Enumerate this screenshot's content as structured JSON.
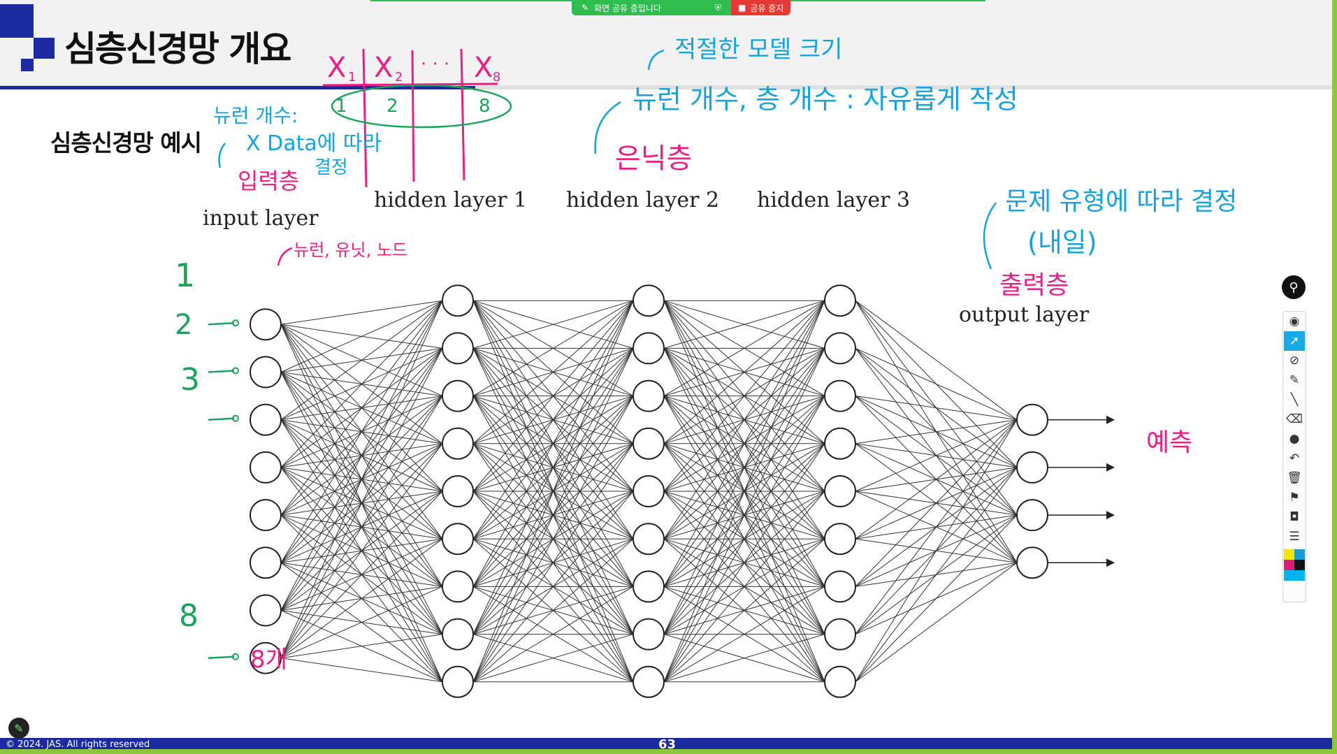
{
  "share_bar": {
    "status_text": "화면 공유 중입니다",
    "stop_label": "공유 중지",
    "pin_icon": "pin-icon",
    "shield_icon": "shield-icon",
    "stop_icon": "stop-square-icon"
  },
  "slide": {
    "title": "심층신경망 개요",
    "section_title": "심층신경망 예시",
    "copyright": "© 2024. JAS. All rights reserved",
    "page_number": "63"
  },
  "diagram": {
    "input_label": "input layer",
    "hidden_labels": [
      "hidden layer 1",
      "hidden layer 2",
      "hidden layer 3"
    ],
    "output_label": "output layer",
    "layer_sizes": [
      8,
      9,
      9,
      9,
      4
    ]
  },
  "annotations": {
    "header_x1": "X",
    "header_x1_sub": "1",
    "header_x2": "X",
    "header_x2_sub": "2",
    "header_dots": "· · ·",
    "header_x8": "X",
    "header_x8_sub": "8",
    "row_1": "1",
    "row_2": "2",
    "row_8": "8",
    "neuron_count": "뉴런 개수:",
    "x_data": "X Data에 따라",
    "decided": "결정",
    "input_layer_kr": "입력층",
    "proper_size": "적절한 모델 크기",
    "neuron_layer_count": "뉴런 개수, 층 개수 : 자유롭게 작성",
    "hidden_layer_kr": "은닉층",
    "node_synonyms": "뉴런, 유닛, 노드",
    "problem_type": "문제 유형에 따라 결정",
    "tomorrow": "(내일)",
    "output_layer_kr": "출력층",
    "prediction": "예측",
    "eight_count": "8개",
    "input_idx": [
      "1",
      "2",
      "3",
      "8"
    ]
  },
  "toolbar": {
    "tools": [
      "eye-icon",
      "cursor-icon",
      "laser-icon",
      "pen-icon",
      "line-icon",
      "eraser-icon",
      "dot-icon",
      "undo-icon",
      "trash-icon",
      "stamp-icon",
      "camera-icon",
      "clipboard-icon"
    ],
    "palette": [
      "#f7e600",
      "#1b9ad6",
      "#e31a72",
      "#111111",
      "#00b4f0",
      "#00b4f0"
    ]
  },
  "colors": {
    "brand_blue": "#1b2aa0",
    "frame_green": "#8dc63f",
    "ink_pink": "#ea1e84",
    "ink_blue": "#16a3dd",
    "ink_green": "#1aa45b"
  }
}
